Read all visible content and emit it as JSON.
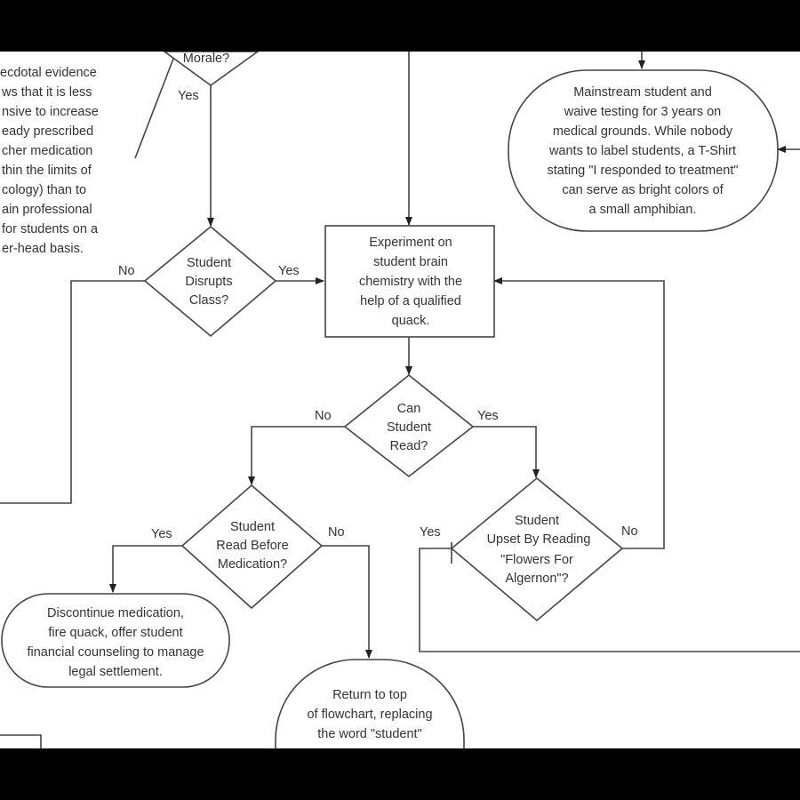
{
  "anecdote": {
    "lines": [
      "ecdotal evidence",
      "ws that it is less",
      "nsive to increase",
      "eady prescribed",
      "cher medication",
      "thin the limits of",
      "cology) than to",
      "ain professional",
      "for students on a",
      "er-head basis."
    ]
  },
  "morale_decision": {
    "label": "Morale?"
  },
  "mainstream_terminal": {
    "lines": [
      "Mainstream student and",
      "waive testing for 3 years on",
      "medical grounds. While nobody",
      "wants to label students, a T-Shirt",
      "stating \"I responded to treatment\"",
      "can serve as bright colors of",
      "a small amphibian."
    ]
  },
  "disrupts_decision": {
    "lines": [
      "Student",
      "Disrupts",
      "Class?"
    ]
  },
  "experiment_process": {
    "lines": [
      "Experiment on",
      "student brain",
      "chemistry with the",
      "help of a qualified",
      "quack."
    ]
  },
  "read_decision": {
    "lines": [
      "Can",
      "Student",
      "Read?"
    ]
  },
  "read_before_decision": {
    "lines": [
      "Student",
      "Read Before",
      "Medication?"
    ]
  },
  "upset_decision": {
    "lines": [
      "Student",
      "Upset By Reading",
      "\"Flowers For",
      "Algernon\"?"
    ]
  },
  "discontinue_terminal": {
    "lines": [
      "Discontinue medication,",
      "fire quack, offer student",
      "financial counseling to manage",
      "legal settlement."
    ]
  },
  "return_terminal": {
    "lines": [
      "Return to top",
      "of flowchart, replacing",
      "the word \"student\""
    ]
  },
  "edge_labels": {
    "morale_yes": "Yes",
    "disrupts_no": "No",
    "disrupts_yes": "Yes",
    "read_no": "No",
    "read_yes": "Yes",
    "read_before_yes": "Yes",
    "read_before_no": "No",
    "upset_yes": "Yes",
    "upset_no": "No"
  }
}
